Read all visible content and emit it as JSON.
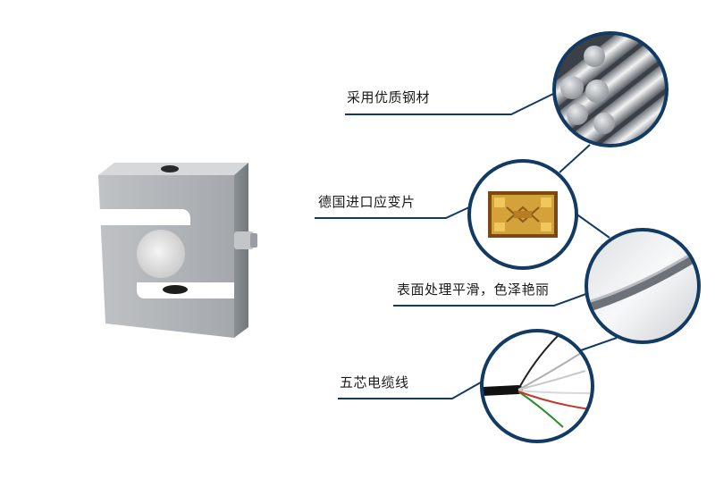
{
  "features": [
    {
      "label": "采用优质钢材",
      "image": "steel-rods"
    },
    {
      "label": "德国进口应变片",
      "image": "strain-gauge"
    },
    {
      "label": "表面处理平滑，色泽艳丽",
      "image": "smooth-surface"
    },
    {
      "label": "五芯电缆线",
      "image": "five-core-cable"
    }
  ],
  "colors": {
    "accent": "#123a63",
    "body_steel": "#a9adb1",
    "gauge_gold": "#d4a23a",
    "gauge_pcb": "#7a4a12"
  }
}
